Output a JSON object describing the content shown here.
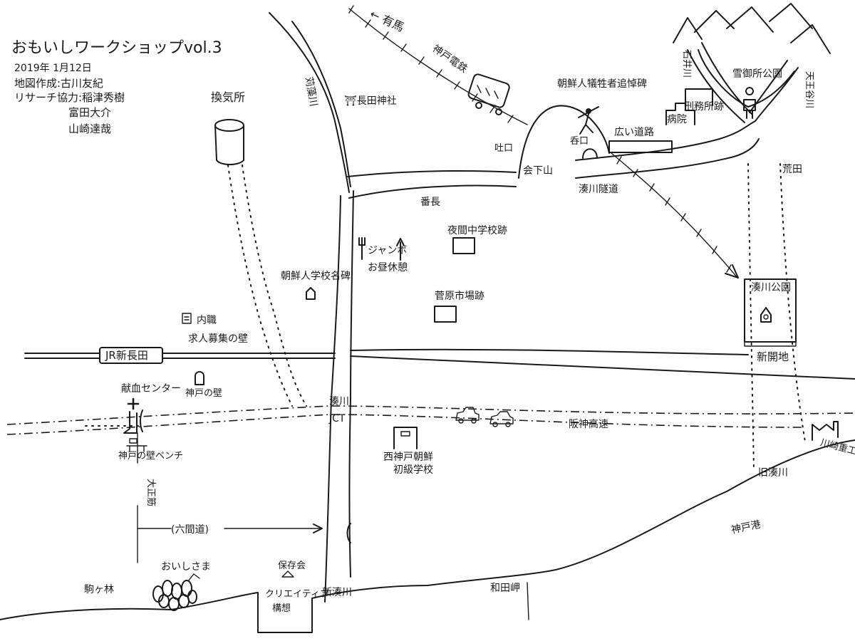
{
  "header": {
    "title": "おもいしワークショップvol.3",
    "date": "2019年 1月12日",
    "map_author": "地図作成:古川友紀",
    "research_label": "リサーチ協力:稲津秀樹",
    "research_member_2": "富田大介",
    "research_member_3": "山崎達哉"
  },
  "places": {
    "arima": "← 有馬",
    "shintetsu": "神戸電鉄",
    "karumo_river": "苅藻川",
    "ventilation": "換気所",
    "nagata_shrine": "⛩長田神社",
    "memorial": "朝鮮人犠牲者追悼碑",
    "ishii_river": "石井川",
    "yukimi_park": "雪御所公園",
    "tenno_river": "天王谷川",
    "hospital": "病院",
    "karimuke": "刑務所跡",
    "toguchi_left": "吐口",
    "tunnel_mouth": "呑口",
    "narrow_road": "広い道路",
    "aizono": "会下山",
    "banchou": "番長",
    "minatogawa_road": "湊川隧道",
    "arata": "荒田",
    "night_school": "夜間中学校跡",
    "jumbo": "ジャンボ",
    "lunch": "お昼休憩",
    "korean_school": "朝鮮人学校名碑",
    "sugawara": "菅原市場跡",
    "minatogawa_park": "湊川公園",
    "uchishoku": "内職",
    "shokunin": "求人募集の壁",
    "jr_station": "JR新長田",
    "shinkaichi": "新開地",
    "blood_center": "献血センター",
    "kobe_wall": "神戸の壁",
    "jct_1": "湊川",
    "jct_2": "JCT",
    "hanshin": "阪神高速",
    "nishikobe_school_1": "西神戸朝鮮",
    "nishikobe_school_2": "初級学校",
    "kawasaki": "川崎重工",
    "kobe_wall_bench": "神戸の壁ベンチ",
    "taisho_suji": "大正筋",
    "kyu_minatogawa": "旧湊川",
    "rokkenmichi": "(六間道)",
    "kobe_port": "神戸港",
    "omoishi": "おいしさま",
    "hozonkai": "保存会",
    "komagabayashi": "駒ヶ林",
    "shin_minatogawa": "新湊川",
    "creative_1": "クリエイティブ",
    "creative_2": "構想",
    "wadamisaki": "和田岬"
  }
}
